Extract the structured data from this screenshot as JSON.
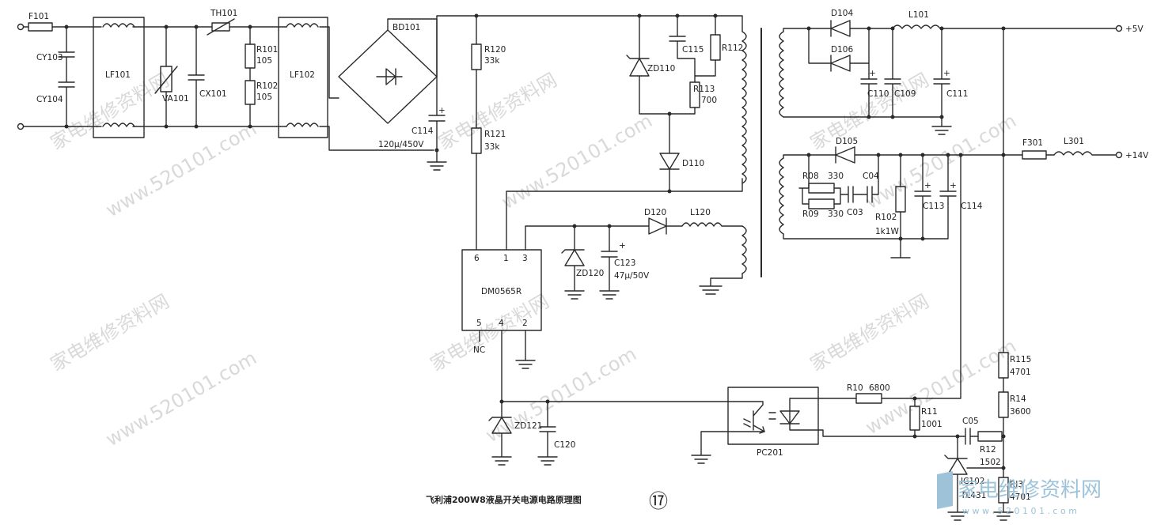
{
  "labels": {
    "F101": "F101",
    "CY103": "CY103",
    "CY104": "CY104",
    "LF101": "LF101",
    "VA101": "VA101",
    "TH101": "TH101",
    "CX101": "CX101",
    "R101": "R101",
    "R101v": "105",
    "R102a": "R102",
    "R102av": "105",
    "LF102": "LF102",
    "BD101": "BD101",
    "C114a": "C114",
    "C114av": "120μ/450V",
    "R120": "R120",
    "R120v": "33k",
    "R121": "R121",
    "R121v": "33k",
    "C115": "C115",
    "R112": "R112",
    "ZD110": "ZD110",
    "R113": "R113",
    "R113v": "700",
    "D110": "D110",
    "D120": "D120",
    "L120": "L120",
    "ZD120": "ZD120",
    "C123": "C123",
    "C123v": "47μ/50V",
    "ic": "DM0565R",
    "p6": "6",
    "p1": "1",
    "p3": "3",
    "p5": "5",
    "p4": "4",
    "p2": "2",
    "nc": "NC",
    "ZD121": "ZD121",
    "C120": "C120",
    "PC201": "PC201",
    "R10": "R10",
    "R10v": "6800",
    "R11": "R11",
    "R11v": "1001",
    "C05": "C05",
    "R12": "R12",
    "R12v": "1502",
    "IC102": "IC102",
    "IC102v": "TL431",
    "R13": "RJ3",
    "R13v": "4701",
    "R115": "R115",
    "R115v": "4701",
    "R14": "R14",
    "R14v": "3600",
    "D104": "D104",
    "D106": "D106",
    "L101": "L101",
    "C110": "C110",
    "C109": "C109",
    "C111": "C111",
    "out5": "+5V",
    "D105": "D105",
    "R08": "R08",
    "R08v": "330",
    "R09": "R09",
    "R09v": "330",
    "C04": "C04",
    "C03": "C03",
    "R102b": "R102",
    "R102bv": "1k1W",
    "C113": "C113",
    "C114b": "C114",
    "F301": "F301",
    "L301": "L301",
    "out14": "+14V"
  },
  "caption": "飞利浦200W8液晶开关电源电路原理图",
  "figure_number": "⑰",
  "watermarks": [
    "家电维修资料网",
    "www.520101.com",
    "家电维修资料网",
    "www.520101.com",
    "家电维修资料网",
    "www.520101.com"
  ],
  "brand": {
    "name": "家电维修资料网",
    "url": "w w w . 5 2 0 1 0 1 . c o m"
  }
}
